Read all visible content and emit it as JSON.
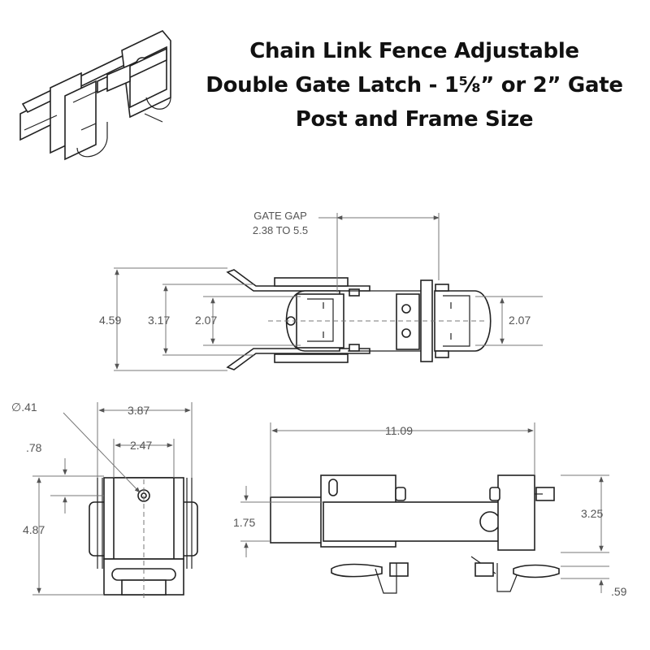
{
  "title": {
    "line1": "Chain Link Fence Adjustable",
    "line2": "Double Gate Latch - 1⅝” or 2” Gate",
    "line3": "Post and Frame Size"
  },
  "dimensions": {
    "gate_gap_label": "GATE GAP",
    "gate_gap_range": "2.38 TO 5.5",
    "overall_height": "4.59",
    "inner_height": "3.17",
    "left_post": "2.07",
    "right_post": "2.07",
    "hole_diameter": "∅.41",
    "end_width": "3.87",
    "end_inner_width": "2.47",
    "end_offset": ".78",
    "end_height": "4.87",
    "overall_length": "11.09",
    "side_height": "1.75",
    "clamp_height": "3.25",
    "bolt_offset": ".59"
  }
}
